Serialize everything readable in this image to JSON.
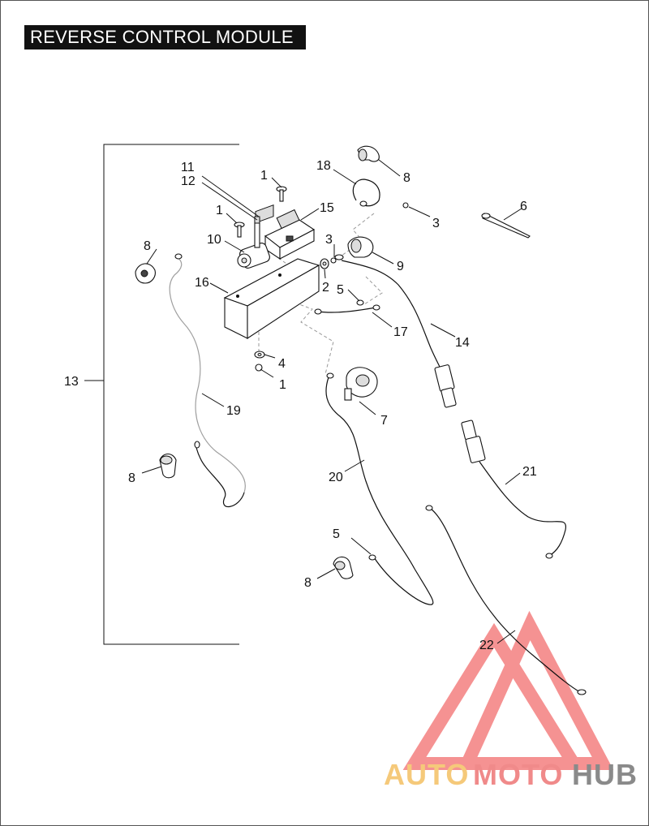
{
  "title": "REVERSE CONTROL MODULE",
  "callouts": {
    "c1a": "1",
    "c1b": "1",
    "c1c": "1",
    "c2": "2",
    "c3a": "3",
    "c3b": "3",
    "c4": "4",
    "c5a": "5",
    "c5b": "5",
    "c6": "6",
    "c7": "7",
    "c8a": "8",
    "c8b": "8",
    "c8c": "8",
    "c8d": "8",
    "c9": "9",
    "c10": "10",
    "c11": "11",
    "c12": "12",
    "c13": "13",
    "c14": "14",
    "c15": "15",
    "c16": "16",
    "c17": "17",
    "c18": "18",
    "c19": "19",
    "c20": "20",
    "c21": "21",
    "c22": "22"
  },
  "watermark": {
    "logo_text": "AUTOMOTOHUB",
    "part_auto": "AUTO",
    "part_moto": "MOTO",
    "part_hub": "HUB",
    "color_auto": "#f5c97a",
    "color_moto": "#f08a8a",
    "color_hub": "#8a8a8a",
    "color_logo": "#ee3a3a"
  }
}
